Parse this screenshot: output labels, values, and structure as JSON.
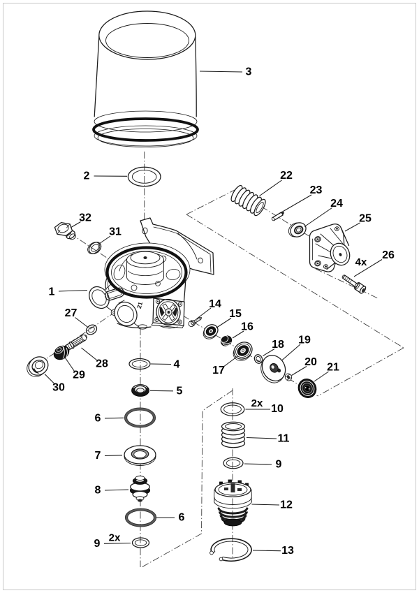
{
  "figure": {
    "type": "exploded-parts-diagram",
    "background": "#ffffff",
    "border_color": "#c9c9c9",
    "line_color": "#1a1a1a",
    "seal_ring_color": "#111111"
  },
  "callouts": {
    "c1": "1",
    "c2": "2",
    "c3": "3",
    "c4": "4",
    "c5": "5",
    "c6": "6",
    "c7": "7",
    "c8": "8",
    "c9": "9",
    "c10": "10",
    "c11": "11",
    "c12": "12",
    "c13": "13",
    "c14": "14",
    "c15": "15",
    "c16": "16",
    "c17": "17",
    "c18": "18",
    "c19": "19",
    "c20": "20",
    "c21": "21",
    "c22": "22",
    "c23": "23",
    "c24": "24",
    "c25": "25",
    "c26": "26",
    "c27": "27",
    "c28": "28",
    "c29": "29",
    "c30": "30",
    "c31": "31",
    "c32": "32"
  },
  "quantity_labels": {
    "x2": "2x",
    "x4": "4x"
  },
  "housing_cast_mark": "21"
}
